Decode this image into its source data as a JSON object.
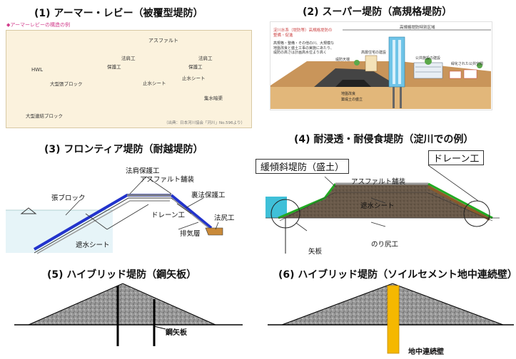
{
  "titles": {
    "t1": "(1) アーマー・レビー（被覆型堤防）",
    "t2": "(2) スーパー堤防（高規格堤防）",
    "t3": "(3) フロンティア堤防（耐越堤防）",
    "t4": "(4) 耐浸透・耐侵食堤防（淀川での例）",
    "t5": "(5) ハイブリッド堤防（鋼矢板）",
    "t6": "(6) ハイブリッド堤防（ソイルセメント地中連続壁）"
  },
  "panel1": {
    "subtitle": "◆アーマーレビーの構造の例",
    "labels": {
      "asphalt": "アスファルト",
      "hwl": "HWL",
      "block_large": "大型張ブロック",
      "block_linked": "大型連結ブロック",
      "shield_sheet": "止水シート",
      "fill_top": "法肩工",
      "protect": "保護工",
      "fill_top_r": "法肩工",
      "protect_r": "保護工",
      "drain": "集水暗渠"
    },
    "source": "（出典：日本河川協会「河川」No.596より）"
  },
  "panel2": {
    "note_title": "淀川水系（堤防等）高規格堤防の整備・促進",
    "note_body": "高規格・整備・その他の川、大規模な地盤改良と盛土工事の実施にあたり、堤防の高さは計画高水位より高く",
    "width_label": "高規格堤防特別区域",
    "labels": {
      "a": "高層住宅の建設",
      "b": "公共施設の建設",
      "c": "緑化された公共空間",
      "d": "堤防天端",
      "e": "地盤改良",
      "f": "築堤土の盛立"
    }
  },
  "panel3": {
    "labels": {
      "top_protect": "法肩保護工",
      "asphalt": "アスファルト舗装",
      "back_protect": "裏法保護工",
      "block": "張ブロック",
      "drain": "ドレーン工",
      "toe": "法尻工",
      "shield": "遮水シート",
      "vent": "排気層"
    }
  },
  "panel4": {
    "box_left": "緩傾斜堤防（盛土）",
    "box_right": "ドレーン工",
    "labels": {
      "asphalt": "アスファルト舗装",
      "shield": "遮水シート",
      "pile": "矢板",
      "toe": "のり尻工"
    }
  },
  "panel5": {
    "label": "鋼矢板"
  },
  "panel6": {
    "label": "地中連続壁"
  },
  "colors": {
    "water": "#3fc0d8",
    "sheet_blue": "#2233cc",
    "grass": "#22aa22",
    "soil": "#8b5a2b",
    "wall": "#f5b800"
  }
}
